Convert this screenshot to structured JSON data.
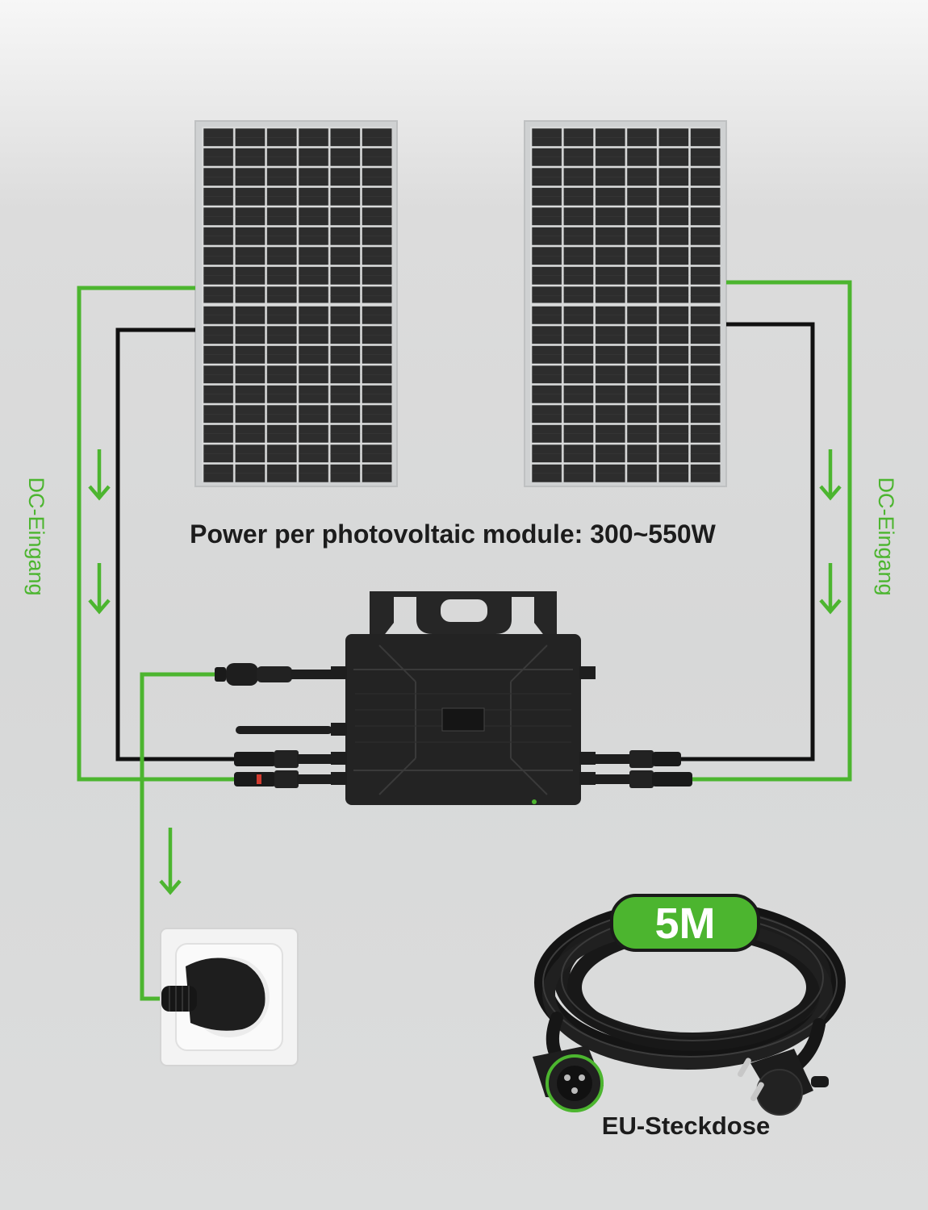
{
  "labels": {
    "dc_input_left": "DC-Eingang",
    "dc_input_right": "DC-Eingang",
    "module_power": "Power per photovoltaic module: 300~550W",
    "cable_length": "5M",
    "socket_type": "EU-Steckdose"
  },
  "colors": {
    "wire_green": "#4cb52f",
    "wire_black": "#111111",
    "panel_cell": "#2b2b2b",
    "inverter_body": "#232323"
  },
  "icons": [
    "arrow-down-icon",
    "solar-panel",
    "microinverter",
    "wall-socket",
    "cable-coil"
  ]
}
